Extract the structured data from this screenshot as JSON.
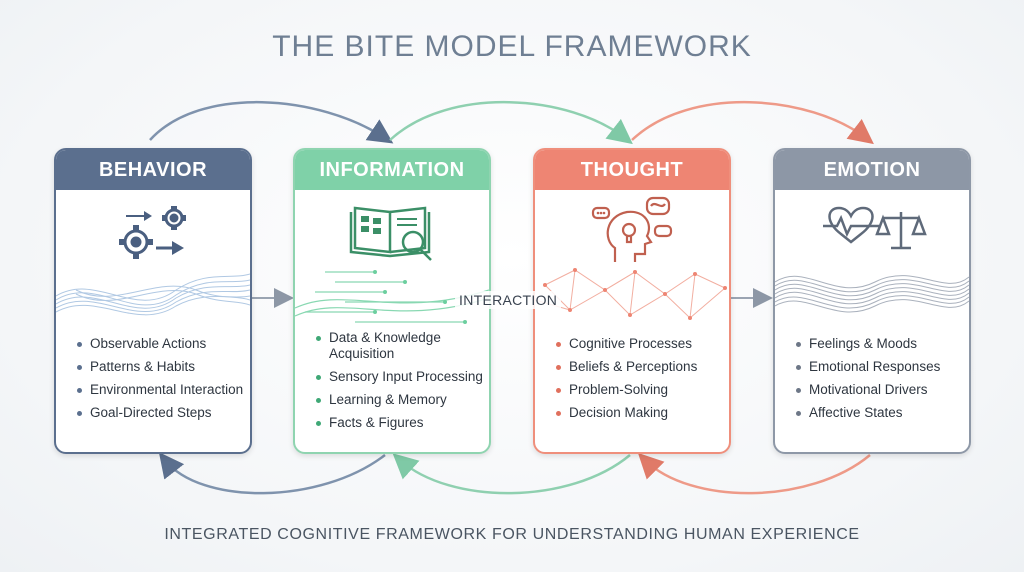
{
  "title": "THE BITE MODEL FRAMEWORK",
  "footer": "INTEGRATED COGNITIVE FRAMEWORK FOR UNDERSTANDING HUMAN EXPERIENCE",
  "center_label": "INTERACTION",
  "colors": {
    "behavior": "#5b6f8e",
    "information": "#7fd1a8",
    "thought": "#ee8573",
    "emotion": "#8d97a6",
    "text": "#2e3640"
  },
  "cards": [
    {
      "title": "BEHAVIOR",
      "icon": "gears-arrows-icon",
      "items": [
        "Observable Actions",
        "Patterns & Habits",
        "Environmental Interaction",
        "Goal-Directed Steps"
      ]
    },
    {
      "title": "INFORMATION",
      "icon": "open-book-magnifier-icon",
      "items": [
        "Data & Knowledge Acquisition",
        "Sensory Input Processing",
        "Learning & Memory",
        "Facts & Figures"
      ]
    },
    {
      "title": "THOUGHT",
      "icon": "head-lightbulb-icon",
      "items": [
        "Cognitive Processes",
        "Beliefs & Perceptions",
        "Problem-Solving",
        "Decision Making"
      ]
    },
    {
      "title": "EMOTION",
      "icon": "heart-scales-icon",
      "items": [
        "Feelings & Moods",
        "Emotional Responses",
        "Motivational Drivers",
        "Affective States"
      ]
    }
  ]
}
